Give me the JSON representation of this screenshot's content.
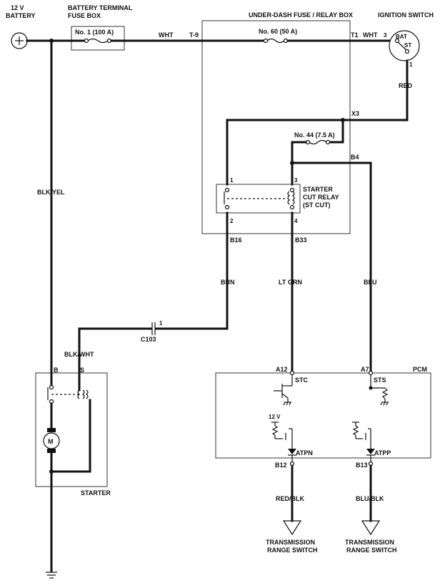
{
  "components": {
    "battery": {
      "line1": "12 V",
      "line2": "BATTERY"
    },
    "battery_fuse_box": {
      "line1": "BATTERY TERMINAL",
      "line2": "FUSE BOX",
      "fuse": "No. 1 (100 A)"
    },
    "underdash_box": {
      "title": "UNDER-DASH FUSE / RELAY BOX",
      "fuse60": "No. 60 (50 A)",
      "fuse44": "No. 44 (7.5 A)"
    },
    "ignition_switch": {
      "title": "IGNITION SWITCH",
      "bat": "BAT",
      "st": "ST",
      "pin_bat": "3",
      "pin_st": "1"
    },
    "relay": {
      "line1": "STARTER",
      "line2": "CUT RELAY",
      "line3": "(ST CUT)",
      "pin1": "1",
      "pin2": "2",
      "pin3": "3",
      "pin4": "4"
    },
    "starter": {
      "title": "STARTER",
      "b": "B",
      "s": "S",
      "motor": "M"
    },
    "pcm": {
      "title": "PCM",
      "a12": "A12",
      "a7": "A7",
      "stc": "STC",
      "sts": "STS",
      "atpn": "ATPN",
      "atpp": "ATPP",
      "b12": "B12",
      "b13": "B13",
      "v12": "12 V"
    },
    "connectors": {
      "t9": "T-9",
      "t1": "T1",
      "x3": "X3",
      "b4": "B4",
      "b16": "B16",
      "b33": "B33",
      "c103": "C103",
      "c103_pin": "1"
    },
    "trs_left": {
      "line1": "TRANSMISSION",
      "line2": "RANGE SWITCH"
    },
    "trs_right": {
      "line1": "TRANSMISSION",
      "line2": "RANGE SWITCH"
    }
  },
  "wires": {
    "wht_left": "WHT",
    "wht_right": "WHT",
    "red": "RED",
    "blk_yel": "BLK/YEL",
    "blk_wht": "BLK/WHT",
    "brn": "BRN",
    "lt_grn": "LT GRN",
    "blu": "BLU",
    "red_blk": "RED/BLK",
    "blu_blk": "BLU/BLK"
  },
  "colors": {
    "line": "#111111",
    "box": "#333333",
    "background": "#ffffff"
  }
}
